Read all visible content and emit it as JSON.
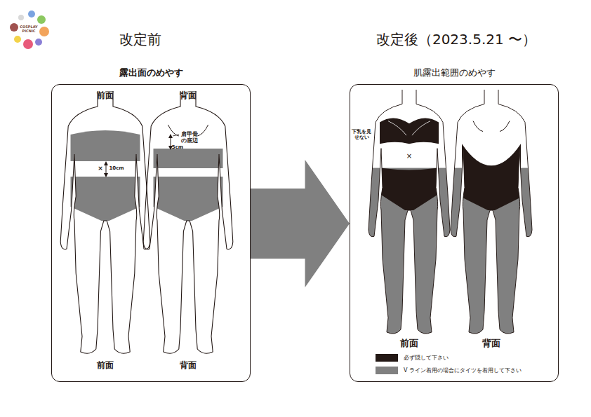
{
  "diagram": {
    "nodes": [
      {
        "text": [
          "露出面のめやす"
        ]
      },
      {
        "text": [
          "肌露出範囲のめやす"
        ]
      }
    ],
    "edges": [
      {
        "from": 0,
        "to": 1,
        "arrow": "to"
      }
    ],
    "labels": [
      "COSPLAY PICNIC",
      "改定前",
      "改定後（2023.5.21 〜）",
      "前面",
      "背面",
      "×",
      "10cm",
      "肩甲骨の底辺",
      "5cm",
      "前面",
      "背面",
      "下乳を見せない",
      "×",
      "前面",
      "背面"
    ],
    "legend": [
      {
        "text": "必ず隠して下さい",
        "color": "#231815"
      },
      {
        "text": "V ライン着用の場合にタイツを着用して下さい",
        "color": "#808080"
      }
    ]
  }
}
